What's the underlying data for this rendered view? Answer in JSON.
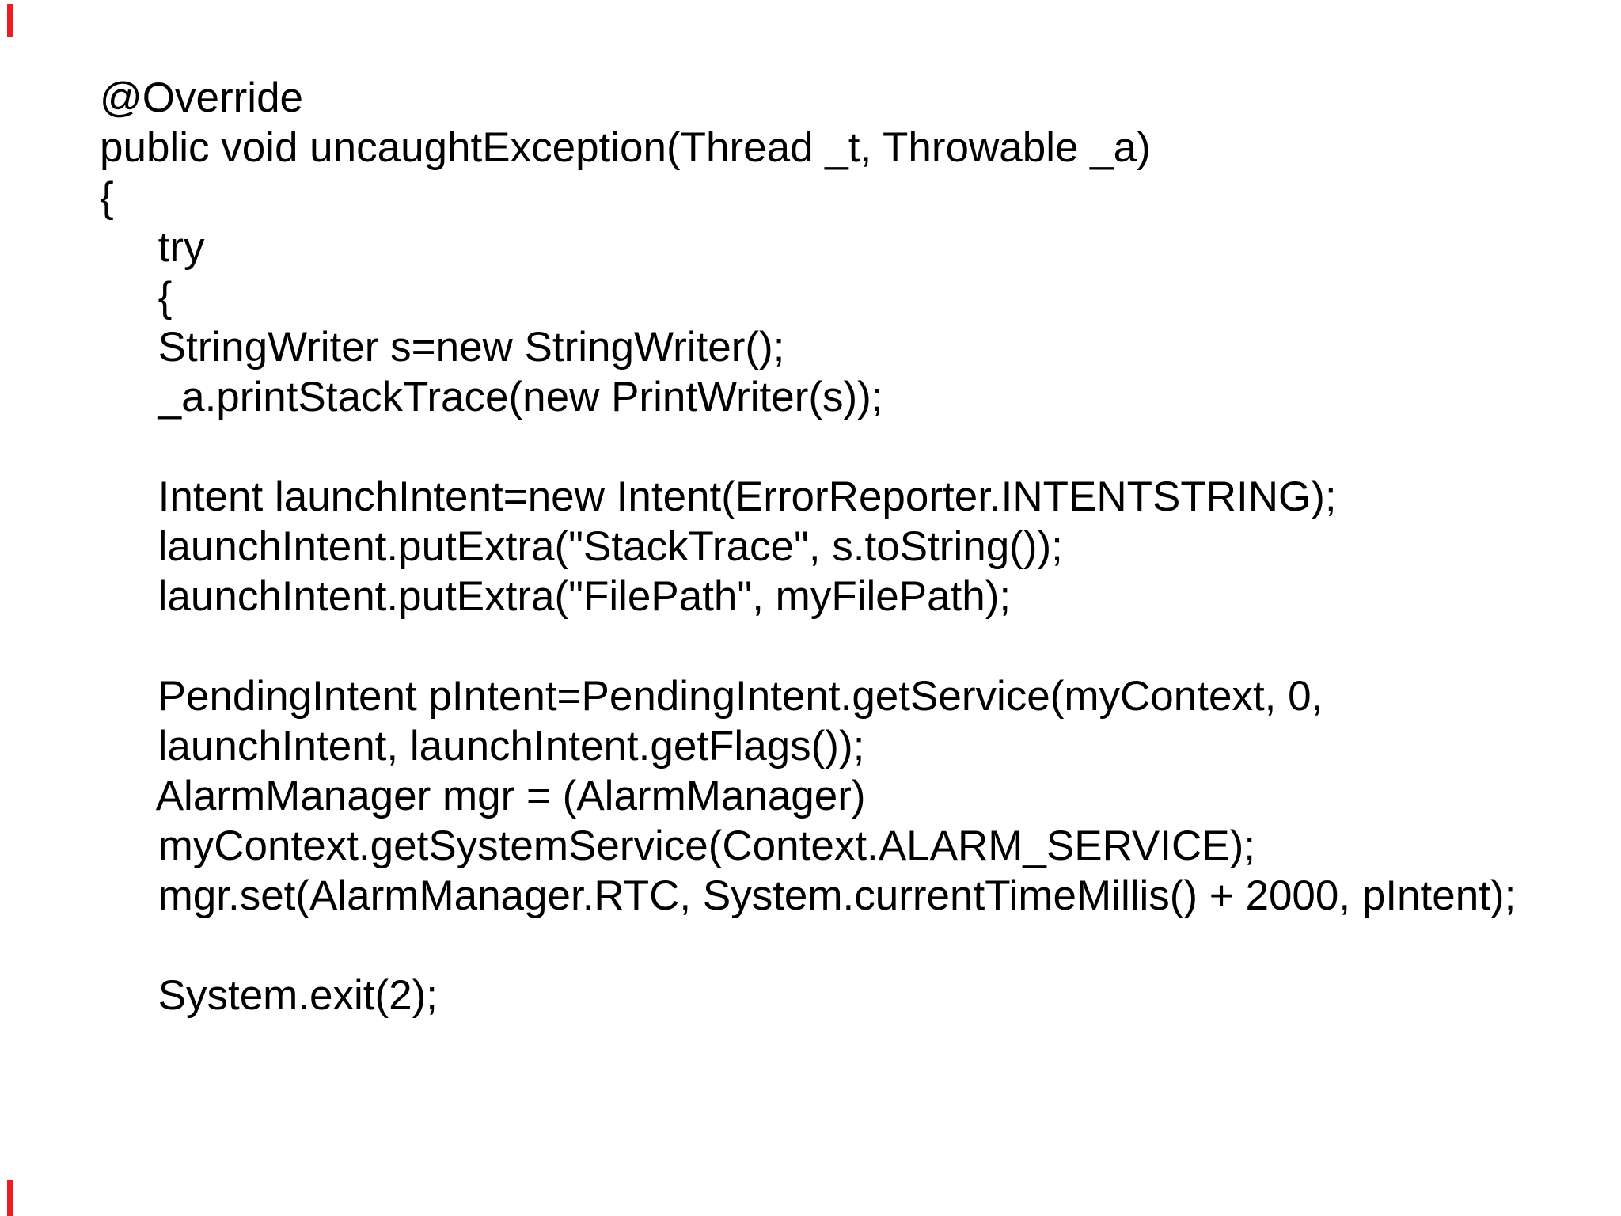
{
  "page": {
    "background_color": "#ffffff",
    "text_color": "#000000"
  },
  "left_edge_marks": {
    "color": "#ee1b22"
  },
  "code_lines": [
    "@Override",
    "public void uncaughtException(Thread _t, Throwable _a)",
    "{",
    "     try",
    "     {",
    "     StringWriter s=new StringWriter();",
    "     _a.printStackTrace(new PrintWriter(s));",
    "",
    "     Intent launchIntent=new Intent(ErrorReporter.INTENTSTRING);",
    "     launchIntent.putExtra(\"StackTrace\", s.toString());",
    "     launchIntent.putExtra(\"FilePath\", myFilePath);",
    "",
    "     PendingIntent pIntent=PendingIntent.getService(myContext, 0,",
    "     launchIntent, launchIntent.getFlags());",
    "     AlarmManager mgr = (AlarmManager)",
    "     myContext.getSystemService(Context.ALARM_SERVICE);",
    "     mgr.set(AlarmManager.RTC, System.currentTimeMillis() + 2000, pIntent);",
    "",
    "     System.exit(2);"
  ]
}
